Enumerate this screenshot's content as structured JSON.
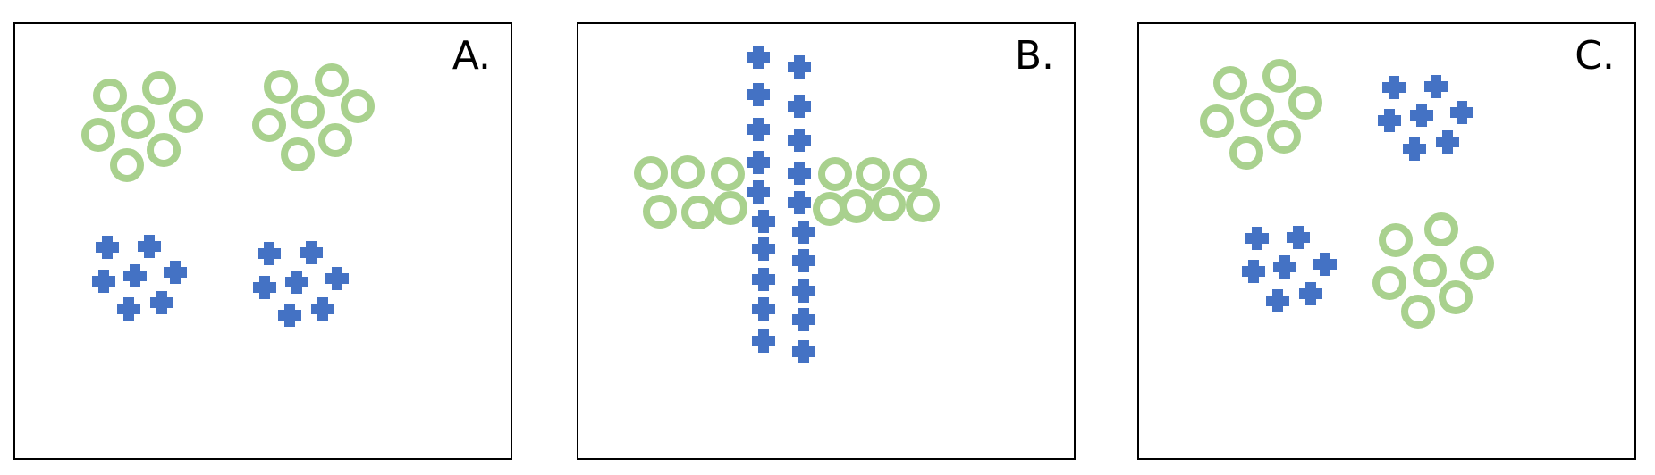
{
  "panels": [
    {
      "id": "panel-a",
      "label": "A."
    },
    {
      "id": "panel-b",
      "label": "B."
    },
    {
      "id": "panel-c",
      "label": "C."
    }
  ],
  "colors": {
    "ring": "#a9d18e",
    "cross": "#4472c4",
    "border": "#000000"
  }
}
